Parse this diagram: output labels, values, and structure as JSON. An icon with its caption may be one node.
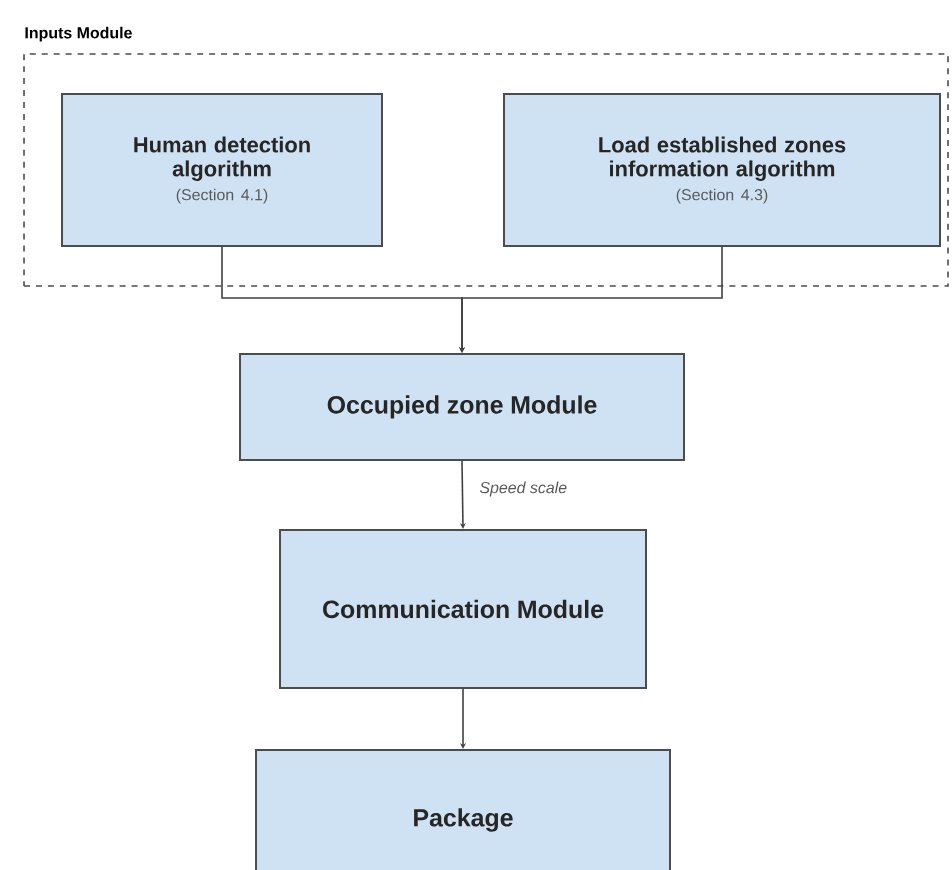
{
  "diagram": {
    "nodes": [
      {
        "text": [
          "Inputs Module"
        ]
      },
      {
        "text": [
          "Human detection algorithm",
          "(Section 4.1)"
        ],
        "in": 0
      },
      {
        "text": [
          "Load established zones information algorithm",
          "(Section 4.3)"
        ],
        "in": 0
      },
      {
        "text": [
          "Occupied zone Module"
        ]
      },
      {
        "text": [
          "Communication Module"
        ]
      },
      {
        "text": [
          "Package"
        ]
      }
    ],
    "edges": [
      {
        "from": 1,
        "to": 3,
        "arrow": "to"
      },
      {
        "from": 2,
        "to": 3,
        "arrow": "to"
      },
      {
        "from": 3,
        "to": 4,
        "arrow": "to",
        "label": "Speed scale"
      },
      {
        "from": 4,
        "to": 5,
        "arrow": "to"
      }
    ]
  }
}
